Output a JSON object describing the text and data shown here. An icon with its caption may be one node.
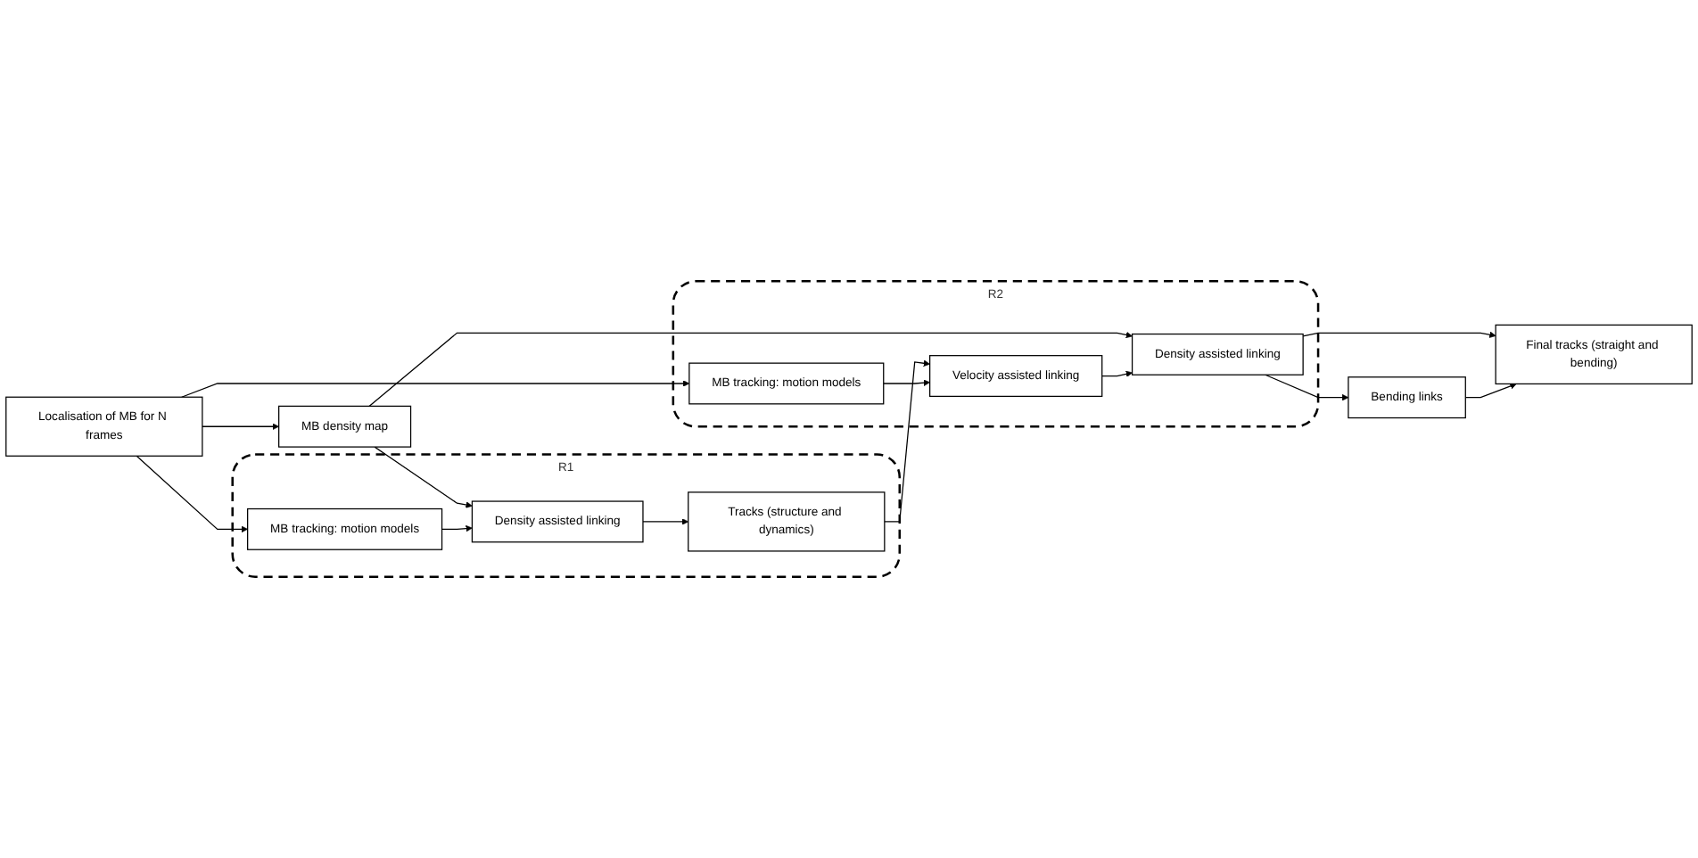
{
  "diagram": {
    "nodes": [
      {
        "text": [
          "Localisation of MB for N frames"
        ]
      },
      {
        "text": [
          "MB density map"
        ]
      },
      {
        "text": [
          "R1"
        ]
      },
      {
        "text": [
          "MB tracking: motion models"
        ],
        "in": 2
      },
      {
        "text": [
          "Density assisted linking"
        ],
        "in": 2
      },
      {
        "text": [
          "Tracks (structure and dynamics)"
        ],
        "in": 2
      },
      {
        "text": [
          "R2"
        ]
      },
      {
        "text": [
          "MB tracking: motion models"
        ],
        "in": 6
      },
      {
        "text": [
          "Velocity assisted linking"
        ],
        "in": 6
      },
      {
        "text": [
          "Density assisted linking"
        ],
        "in": 6
      },
      {
        "text": [
          "Bending links"
        ]
      },
      {
        "text": [
          "Final tracks (straight and bending)"
        ]
      }
    ],
    "edges": [
      {
        "from": 0,
        "to": 1,
        "arrow": "to"
      },
      {
        "from": 0,
        "to": 3,
        "arrow": "to"
      },
      {
        "from": 0,
        "to": 7,
        "arrow": "to"
      },
      {
        "from": 1,
        "to": 4,
        "arrow": "to"
      },
      {
        "from": 1,
        "to": 9,
        "arrow": "to"
      },
      {
        "from": 3,
        "to": 4,
        "arrow": "to"
      },
      {
        "from": 4,
        "to": 5,
        "arrow": "to"
      },
      {
        "from": 5,
        "to": 8,
        "arrow": "to"
      },
      {
        "from": 7,
        "to": 8,
        "arrow": "to"
      },
      {
        "from": 8,
        "to": 9,
        "arrow": "to"
      },
      {
        "from": 9,
        "to": 10,
        "arrow": "to"
      },
      {
        "from": 9,
        "to": 11,
        "arrow": "to"
      },
      {
        "from": 10,
        "to": 11,
        "arrow": "to"
      }
    ]
  }
}
